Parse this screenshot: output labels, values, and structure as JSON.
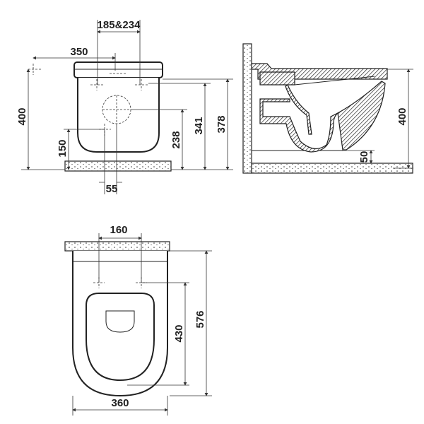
{
  "front_view": {
    "dims": {
      "fixing_spacing": "185&234",
      "fixing_offset": "350",
      "height_total": "400",
      "waste_height": "150",
      "waste_offset": "55",
      "inlet_height": "238",
      "fixing_height": "341",
      "rim_height": "378"
    }
  },
  "side_view": {
    "dims": {
      "height": "400",
      "floor_gap": "50"
    }
  },
  "top_view": {
    "dims": {
      "fixing_spacing": "160",
      "length": "576",
      "fixing_to_front": "430",
      "width": "360"
    }
  }
}
